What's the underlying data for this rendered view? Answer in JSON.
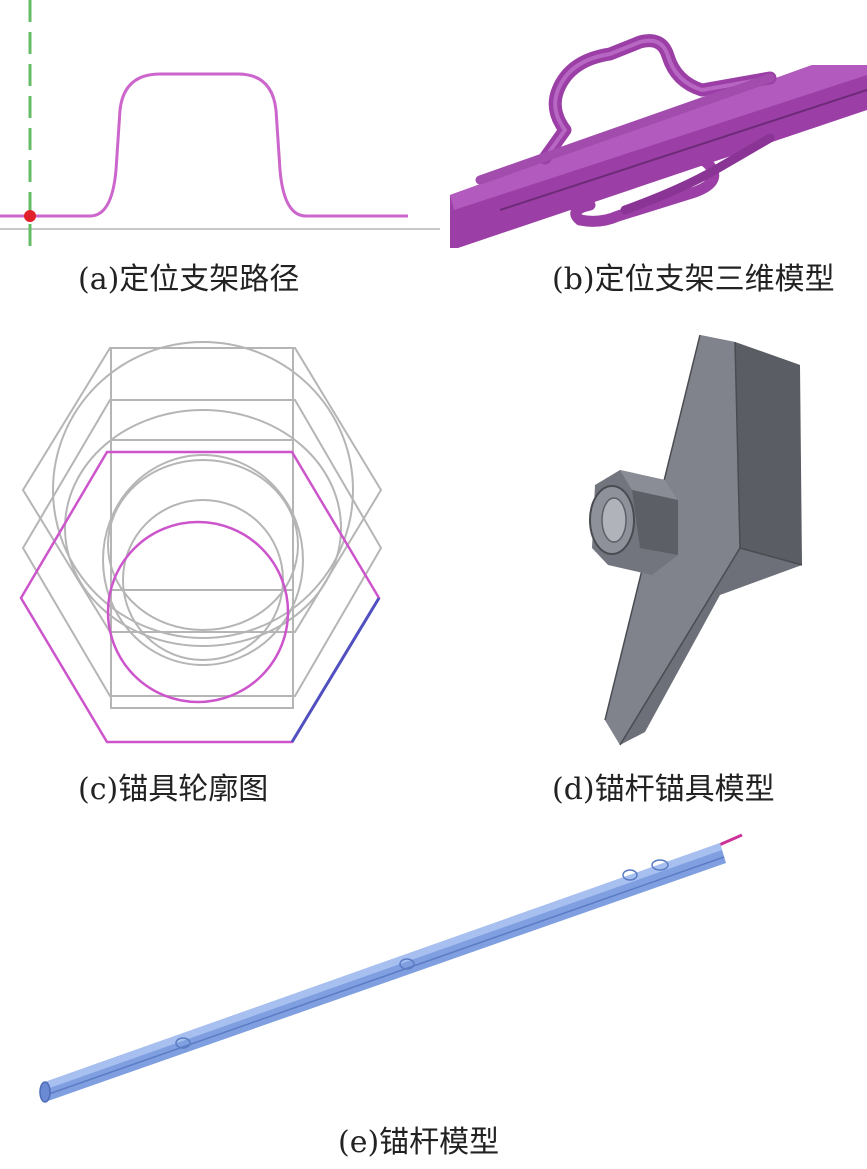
{
  "figure": {
    "panels": [
      {
        "id": "a",
        "caption": "(a)定位支架路径"
      },
      {
        "id": "b",
        "caption": "(b)定位支架三维模型"
      },
      {
        "id": "c",
        "caption": "(c)锚具轮廓图"
      },
      {
        "id": "d",
        "caption": "(d)锚杆锚具模型"
      },
      {
        "id": "e",
        "caption": "(e)锚杆模型"
      }
    ]
  },
  "colors": {
    "path_magenta": "#cc66cc",
    "support_purple": "#9b3fa6",
    "support_purple_dark": "#6e2a78",
    "guide_green": "#66bb66",
    "origin_red": "#e0202a",
    "wire_gray": "#b5b5b5",
    "anchor_gray": "#6d7078",
    "anchor_gray_dark": "#4a4c52",
    "rod_blue": "#7f9fe0",
    "hex_blue_edge": "#5050c0"
  }
}
